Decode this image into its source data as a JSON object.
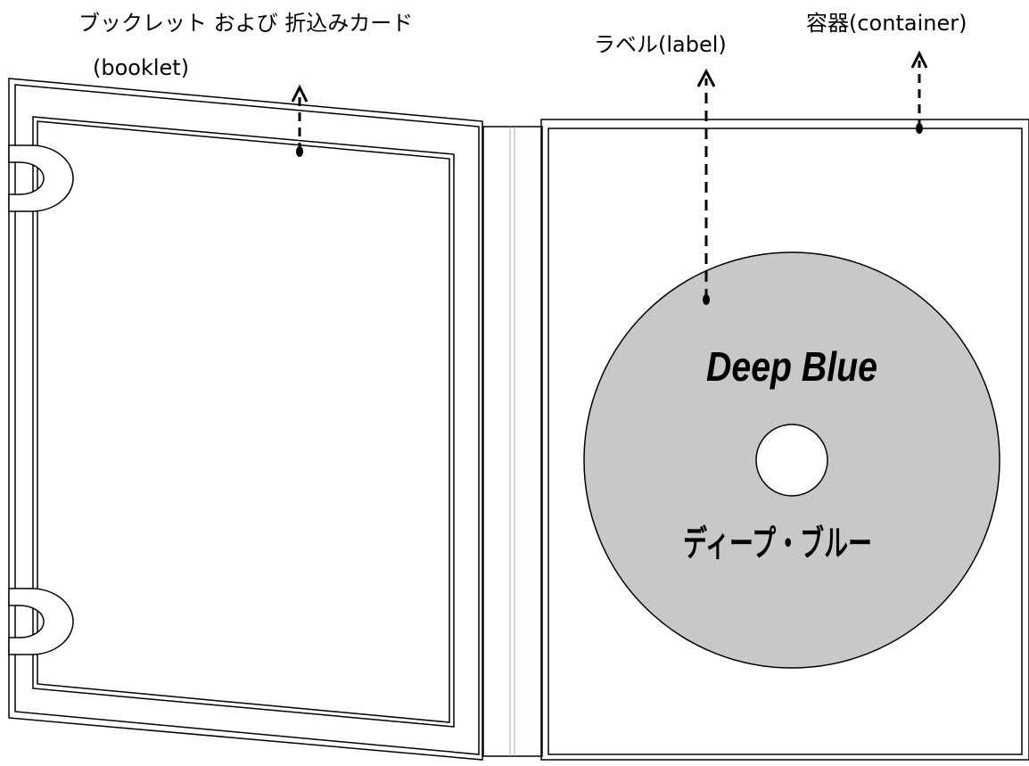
{
  "labels": {
    "booklet_line1": "ブックレット および 折込みカード",
    "booklet_line2": "(booklet)",
    "label": "ラベル(label)",
    "container": "容器(container)"
  },
  "disc": {
    "title_en": "Deep Blue",
    "title_ja": "ディープ・ブルー"
  },
  "colors": {
    "disc_fill": "#c8c8c8",
    "stroke": "#000000",
    "background": "#ffffff"
  }
}
